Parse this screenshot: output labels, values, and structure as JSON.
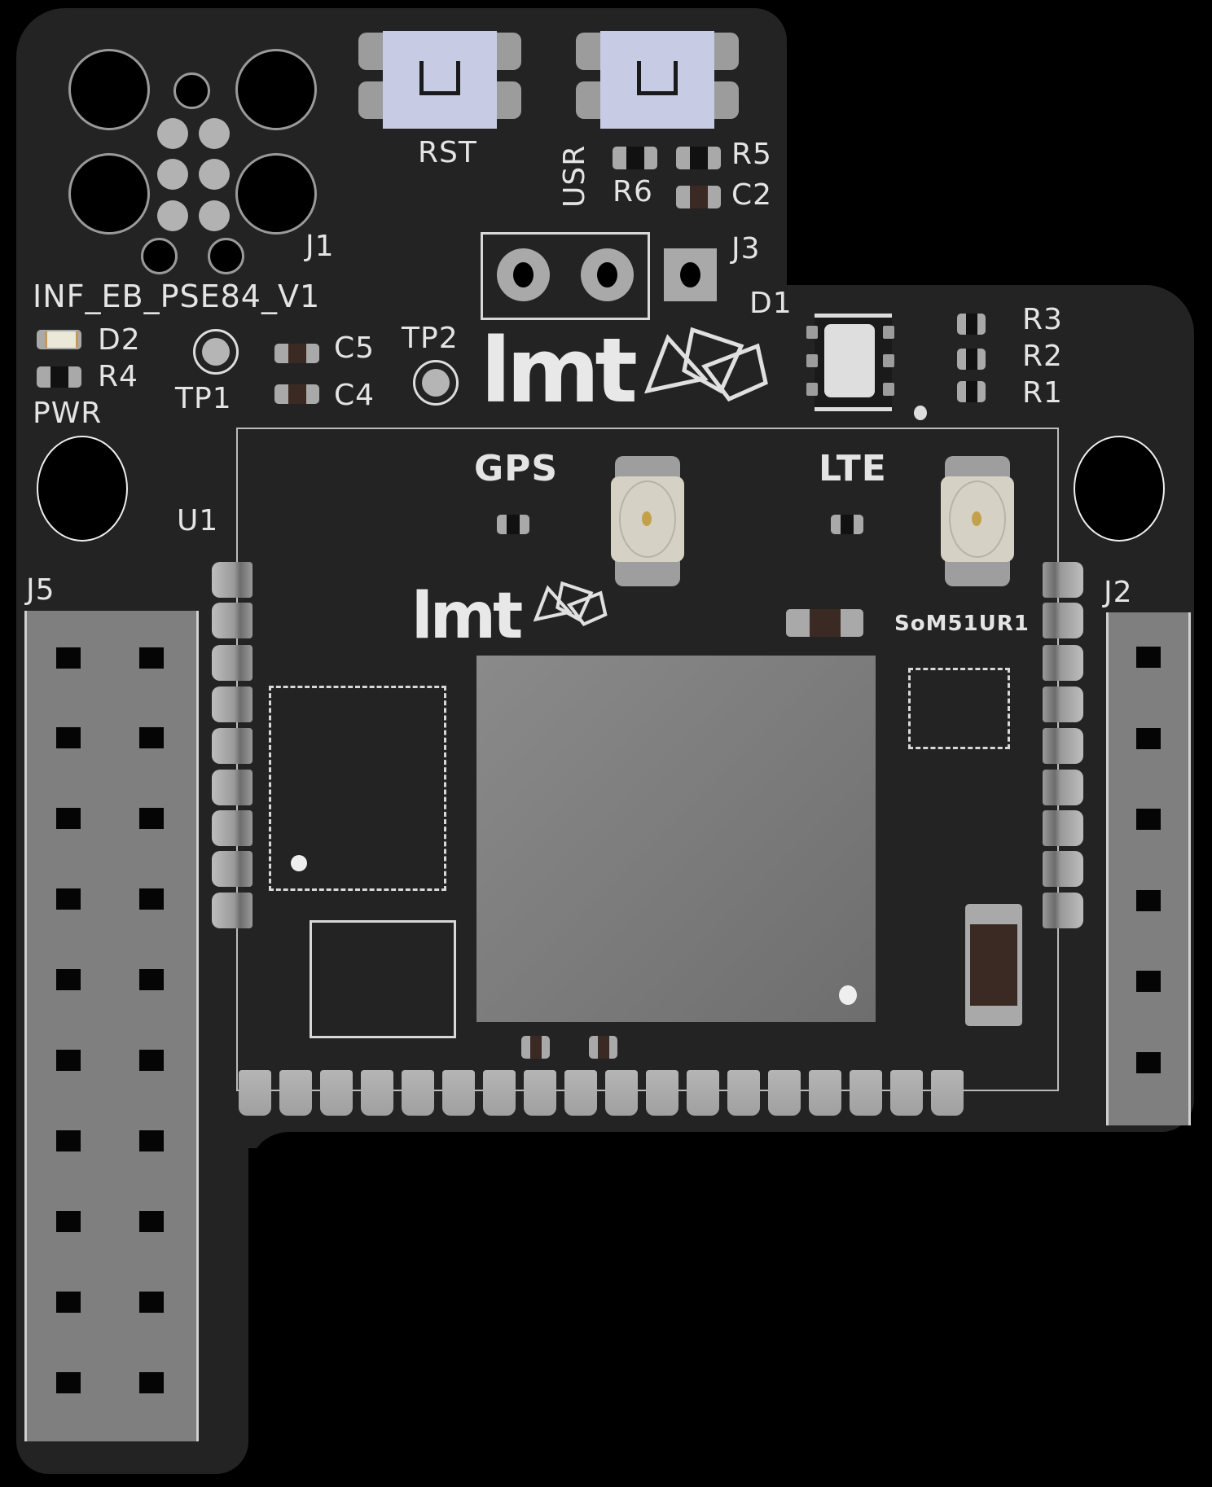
{
  "board": {
    "name": "INF_EB_PSE84_V1",
    "background": "#232323",
    "silk_color": "#e4e4e4"
  },
  "labels": {
    "j1": "J1",
    "board_id": "INF_EB_PSE84_V1",
    "d2": "D2",
    "r4": "R4",
    "pwr": "PWR",
    "tp1": "TP1",
    "tp2": "TP2",
    "c5": "C5",
    "c4": "C4",
    "rst": "RST",
    "usr": "USR",
    "r6": "R6",
    "r5": "R5",
    "c2": "C2",
    "j3": "J3",
    "d1": "D1",
    "r3": "R3",
    "r2": "R2",
    "r1": "R1",
    "u1": "U1",
    "gps": "GPS",
    "lte": "LTE",
    "j5": "J5",
    "j2": "J2",
    "module": "SoM51UR1",
    "logo_top": "lmt",
    "logo_module": "lmt"
  },
  "connectors": {
    "j5_rows": 10,
    "j5_cols": 2,
    "j2_rows": 6,
    "j2_cols": 1,
    "module_left_pads": 9,
    "module_right_pads": 9,
    "module_bottom_pads": 18
  }
}
